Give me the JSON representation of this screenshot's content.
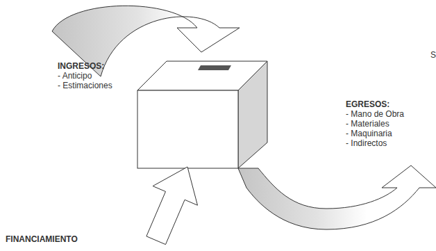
{
  "diagram": {
    "labels": [
      "INGRESOS:",
      "- Anticipo",
      "- Estimaciones",
      "EGRESOS:",
      "- Mano de Obra",
      "- Materiales",
      "- Maquinaria",
      "- Indirectos",
      "FINANCIAMIENTO",
      "S"
    ]
  }
}
